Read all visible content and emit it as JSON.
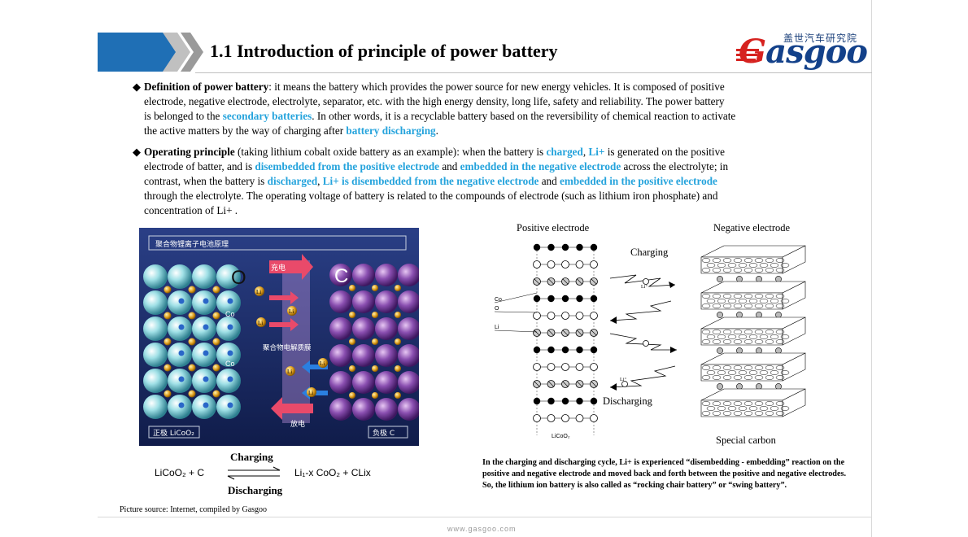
{
  "header": {
    "title": "1.1 Introduction of principle of power battery",
    "logo_cn": "盖世汽车研究院",
    "logo_first": "G",
    "logo_rest": "asgoo"
  },
  "definition": {
    "bullet": "◆",
    "term": "Definition of power battery",
    "t1": ": it means the battery which provides the power source for new energy vehicles. It is composed of positive",
    "t2": "electrode,  negative electrode,  electrolyte,  separator,  etc. with the high energy density,  long life,  safety and reliability. The power battery",
    "t3a": "is belonged to the ",
    "hl1": "secondary batteries",
    "t3b": ". In other words,  it is a recyclable battery based on the reversibility of chemical reaction to activate",
    "t4a": "the active matters by the way of charging after ",
    "hl2": "battery discharging",
    "t4b": "."
  },
  "principle": {
    "bullet": "◆",
    "term": "Operating principle",
    "t1a": " (taking lithium cobalt oxide battery as an example): when the battery is ",
    "hl1": "charged",
    "t1b": ",  ",
    "hl2": "Li+",
    "t1c": " is generated on the positive",
    "t2a": "electrode of batter,  and is ",
    "hl3": "disembedded from the positive electrode",
    "t2b": " and ",
    "hl4": "embedded in the negative electrode",
    "t2c": " across the electrolyte; in",
    "t3a": "contrast,  when the battery is ",
    "hl5": "discharged",
    "t3b": ",  ",
    "hl6": "Li+ is disembedded from the negative electrode",
    "t3c": " and ",
    "hl7": "embedded in the positive electrode",
    "t4": "through the electrolyte. The operating voltage of battery is related to the compounds of electrode (such as lithium iron phosphate) and",
    "t5": "concentration of Li+ ."
  },
  "left_figure": {
    "title": "聚合物锂离子电池原理",
    "o_label": "O",
    "c_label": "C",
    "co_label": "Co",
    "li_label": "Li",
    "charge_label": "充电",
    "discharge_label": "放电",
    "membrane_label": "聚合物电解质膜",
    "pos_label": "正极 LiCoO₂",
    "neg_label": "负极 C",
    "bg_color": "#1a2f6e"
  },
  "reaction": {
    "charging": "Charging",
    "discharging": "Discharging",
    "left": "LiCoO₂ + C",
    "right": "Li₁-x  CoO₂ + CLix"
  },
  "right_figure": {
    "positive": "Positive electrode",
    "negative": "Negative electrode",
    "charging": "Charging",
    "discharging": "Discharging",
    "special_carbon": "Special carbon",
    "co": "Co",
    "o": "O",
    "li": "Li",
    "licoo2": "LiCoO₂",
    "li_plus": "Li⁺"
  },
  "note": "In the charging and discharging cycle,  Li+ is experienced “disembedding - embedding” reaction on the positive and negative electrode and moved back and forth between the positive and negative electrodes. So,  the lithium ion battery is also called as “rocking chair battery” or “swing battery”.",
  "source": "Picture source: Internet, compiled by Gasgoo",
  "footer": "www.gasgoo.com"
}
